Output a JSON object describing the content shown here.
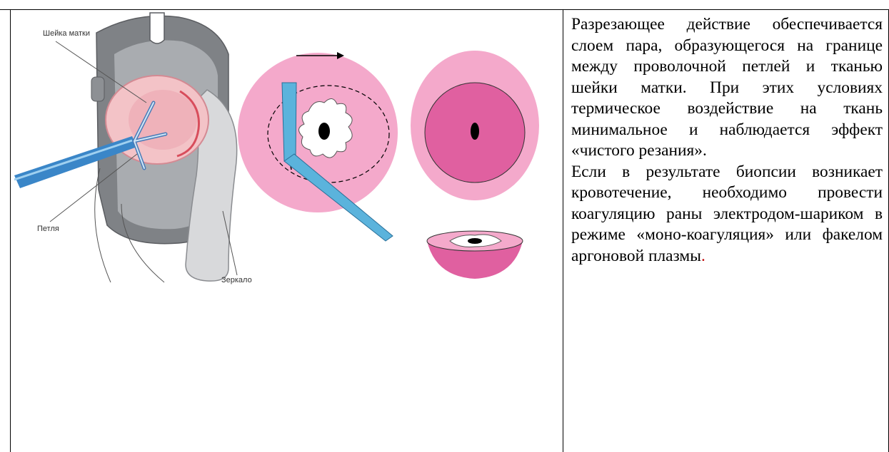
{
  "figure": {
    "labels": {
      "cervix": "Шейка матки",
      "loop": "Петля",
      "speculum": "Зеркало"
    },
    "colors": {
      "pink_light": "#f4a9cb",
      "pink_dark": "#e060a0",
      "instrument_blue": "#5bb3dc"
    }
  },
  "text": {
    "para1": "Разрезающее действие обеспечивается слоем пара, образующегося на границе между проволочной петлей и тканью шейки матки. При этих условиях термическое воздействие на ткань минимальное и наблюдается эффект «чистого резания».",
    "para2_main": "Если в результате биопсии возникает кровотечение, необходимо провести коагуляцию раны электродом-шариком в режиме «моно-коагуляция» или факелом аргоновой плазмы",
    "para2_end": "."
  }
}
